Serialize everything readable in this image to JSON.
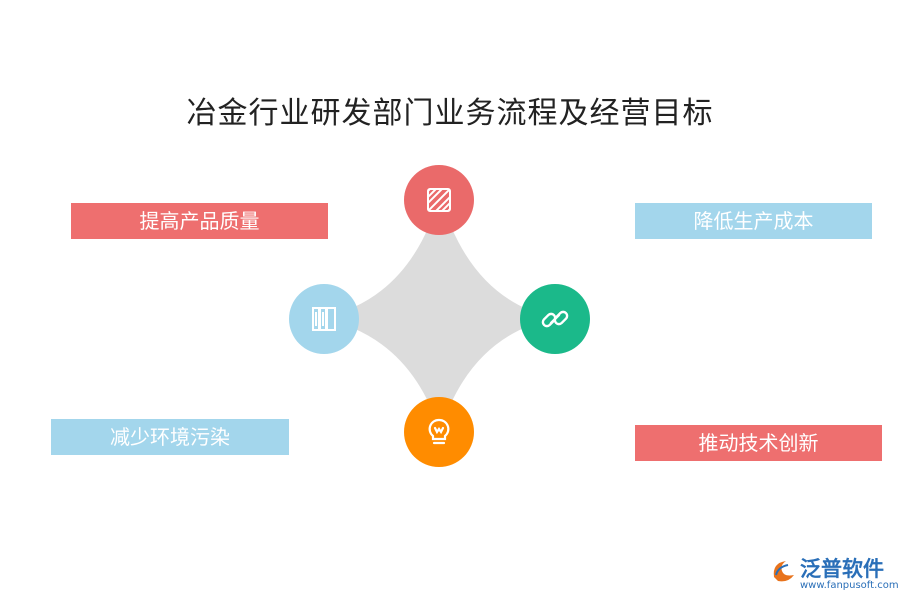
{
  "title": "冶金行业研发部门业务流程及经营目标",
  "goals": {
    "top_left": "提高产品质量",
    "top_right": "降低生产成本",
    "bottom_left": "减少环境污染",
    "bottom_right": "推动技术创新"
  },
  "nodes": [
    {
      "position": "top",
      "icon": "striped-square-icon",
      "color": "#ea6a6a"
    },
    {
      "position": "right",
      "icon": "chain-link-icon",
      "color": "#1bb98a"
    },
    {
      "position": "left",
      "icon": "books-icon",
      "color": "#a3d6ec"
    },
    {
      "position": "bottom",
      "icon": "lightbulb-icon",
      "color": "#ff8c00"
    }
  ],
  "logo": {
    "name": "泛普软件",
    "url": "www.fanpusoft.com"
  }
}
